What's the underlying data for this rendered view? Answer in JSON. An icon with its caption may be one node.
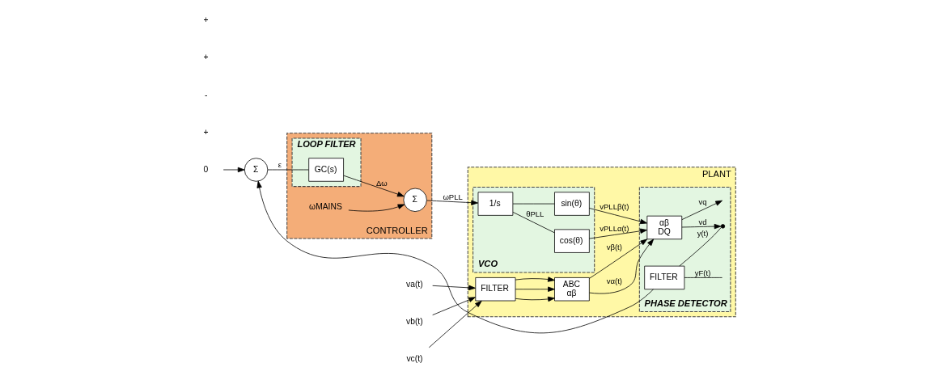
{
  "diagram": {
    "nodes": [
      {
        "text": [
          "0"
        ]
      },
      {
        "text": [
          "Σ"
        ]
      },
      {
        "text": [
          "CONTROLLER"
        ]
      },
      {
        "text": [
          "LOOP FILTER"
        ],
        "in": 2
      },
      {
        "text": [
          "GC(s)"
        ],
        "in": 3
      },
      {
        "text": [
          "Σ"
        ],
        "in": 2
      },
      {
        "text": [
          "ωMAINS"
        ],
        "in": 2
      },
      {
        "text": [
          "PLANT"
        ]
      },
      {
        "text": [
          "VCO"
        ],
        "in": 7
      },
      {
        "text": [
          "1/s"
        ],
        "in": 8
      },
      {
        "text": [
          "cos(θ)"
        ],
        "in": 8
      },
      {
        "text": [
          "sin(θ)"
        ],
        "in": 8
      },
      {
        "text": [
          "va(t)"
        ]
      },
      {
        "text": [
          "vb(t)"
        ]
      },
      {
        "text": [
          "vc(t)"
        ]
      },
      {
        "text": [
          "FILTER"
        ],
        "in": 7
      },
      {
        "text": [
          "ABC",
          "αβ"
        ],
        "in": 7
      },
      {
        "text": [
          "PHASE DETECTOR"
        ],
        "in": 7
      },
      {
        "text": [
          "αβ",
          "DQ"
        ],
        "in": 17
      },
      {
        "text": [
          "FILTER"
        ],
        "in": 17
      },
      {
        "text": [],
        "shape": "point",
        "in": 17
      }
    ],
    "edges": [
      {
        "from": 0,
        "to": 1,
        "arrow": "to"
      },
      {
        "from": 1,
        "to": 4,
        "arrow": "none",
        "label": "ε"
      },
      {
        "from": 4,
        "to": 5,
        "arrow": "to",
        "label": "Δω"
      },
      {
        "from": 6,
        "to": 5,
        "arrow": "to"
      },
      {
        "from": 5,
        "to": 9,
        "arrow": "to",
        "label": "ωPLL"
      },
      {
        "from": 9,
        "to": 10,
        "arrow": "none",
        "label": "θPLL"
      },
      {
        "from": 9,
        "to": 11,
        "arrow": "none"
      },
      {
        "from": 10,
        "to": 18,
        "arrow": "to",
        "label": "vPLLα(t)"
      },
      {
        "from": 11,
        "to": 18,
        "arrow": "to",
        "label": "vPLLβ(t)"
      },
      {
        "from": 12,
        "to": 15,
        "arrow": "to"
      },
      {
        "from": 13,
        "to": 15,
        "arrow": "to"
      },
      {
        "from": 14,
        "to": 15,
        "arrow": "to"
      },
      {
        "from": 15,
        "to": 16,
        "arrow": "to"
      },
      {
        "from": 15,
        "to": 16,
        "arrow": "to"
      },
      {
        "from": 15,
        "to": 16,
        "arrow": "to"
      },
      {
        "from": 16,
        "to": 18,
        "arrow": "to",
        "label": "vα(t)"
      },
      {
        "from": 16,
        "to": 18,
        "arrow": "to",
        "label": "vβ(t)"
      },
      {
        "from": 18,
        "to": 20,
        "arrow": "to",
        "label": "vd"
      },
      {
        "from": 18,
        "to": null,
        "arrow": "to",
        "label": "vq"
      },
      {
        "from": 20,
        "to": 19,
        "arrow": "none",
        "label": "y(t)"
      },
      {
        "from": 19,
        "to": null,
        "arrow": "none",
        "label": "yF(t)"
      },
      {
        "from": 19,
        "to": 1,
        "arrow": "to"
      }
    ],
    "labels": [
      "+",
      "-",
      "+",
      "+"
    ]
  }
}
